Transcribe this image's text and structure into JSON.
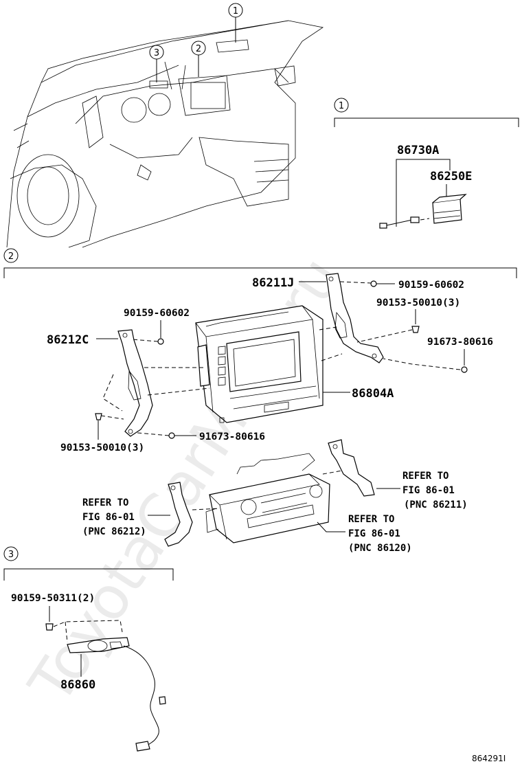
{
  "watermark": "ToyotaCarMine.ru",
  "figure_id": "864291I",
  "callouts": {
    "c1": "1",
    "c2": "2",
    "c3": "3"
  },
  "section1": {
    "label": "1",
    "parts": {
      "p86730A": "86730A",
      "p86250E": "86250E"
    }
  },
  "section2": {
    "label": "2",
    "parts": {
      "p86211J": "86211J",
      "p90159_60602_r": "90159-60602",
      "p90153_50010_r": "90153-50010(3)",
      "p91673_80616_r": "91673-80616",
      "p90159_60602_l": "90159-60602",
      "p86212C": "86212C",
      "p86804A": "86804A",
      "p90153_50010_l": "90153-50010(3)",
      "p91673_80616_l": "91673-80616"
    },
    "refs": [
      {
        "line1": "REFER TO",
        "line2": "FIG 86-01",
        "line3": "(PNC 86211)"
      },
      {
        "line1": "REFER TO",
        "line2": "FIG 86-01",
        "line3": "(PNC 86212)"
      },
      {
        "line1": "REFER TO",
        "line2": "FIG 86-01",
        "line3": "(PNC 86120)"
      }
    ]
  },
  "section3": {
    "label": "3",
    "parts": {
      "p90159_50311": "90159-50311(2)",
      "p86860": "86860"
    }
  }
}
